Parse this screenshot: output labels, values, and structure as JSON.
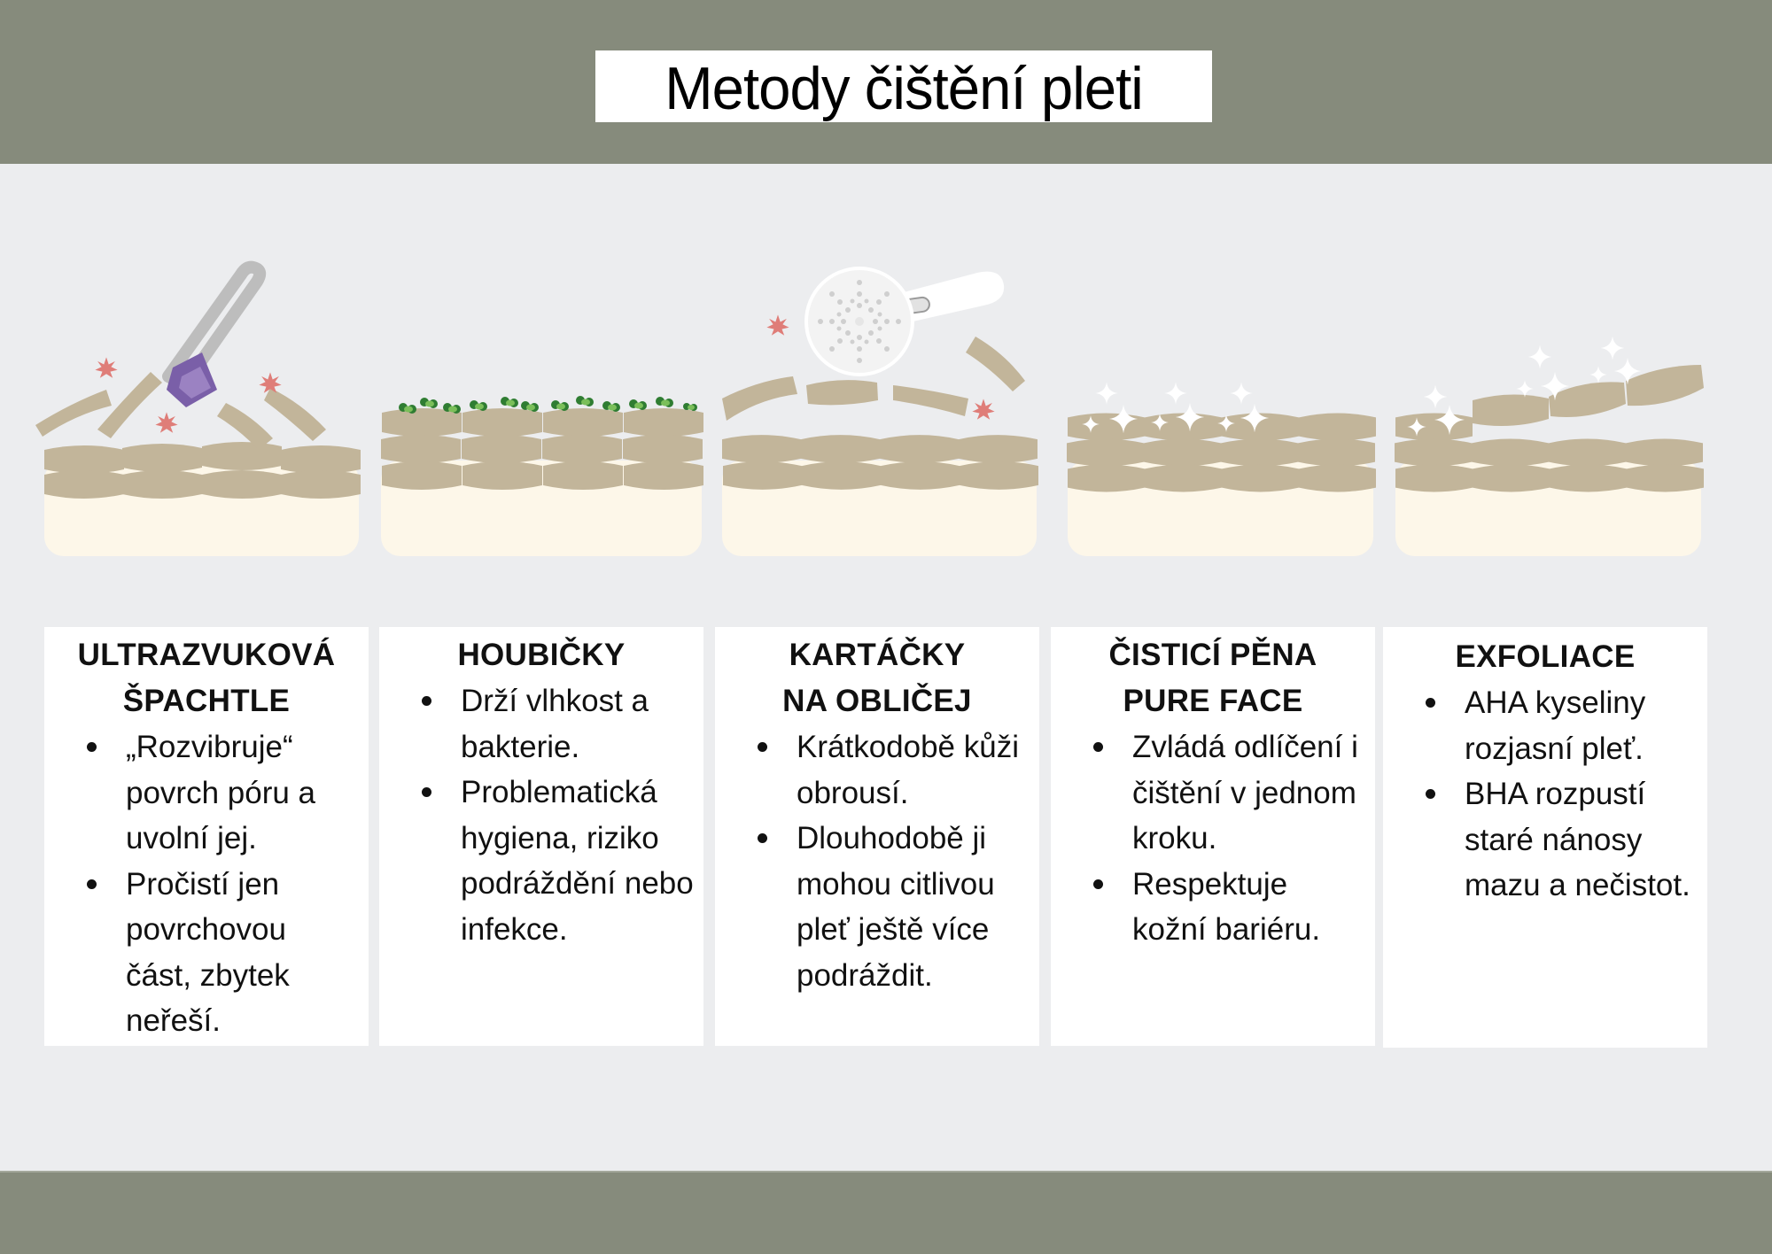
{
  "header": {
    "title": "Metody čištění pleti"
  },
  "colors": {
    "band": "#868b7c",
    "background": "#ecedef",
    "skin_base": "#fdf7e9",
    "skin_cell": "#c2b59a",
    "irritation": "#df7d78",
    "spatula_head": "#7a5fa8",
    "sponge_bacteria": "#3a8a3a"
  },
  "illustrations": [
    {
      "name": "ultrasonic-spatula",
      "icon": "spatula-icon"
    },
    {
      "name": "sponge-bacteria",
      "icon": "bacteria-icon"
    },
    {
      "name": "facial-brush",
      "icon": "brush-icon"
    },
    {
      "name": "cleansing-foam",
      "icon": "sparkle-icon"
    },
    {
      "name": "exfoliation",
      "icon": "sparkle-icon"
    }
  ],
  "methods": [
    {
      "title": "ULTRAZVUKOVÁ\nŠPACHTLE",
      "bullets": [
        "„Rozvibruje“ povrch póru a uvolní jej.",
        "Pročistí jen povrchovou část, zbytek neřeší."
      ]
    },
    {
      "title": "HOUBIČKY",
      "bullets": [
        "Drží vlhkost a bakterie.",
        "Problematická hygiena, riziko podráždění nebo infekce."
      ]
    },
    {
      "title": "KARTÁČKY\nNA OBLIČEJ",
      "bullets": [
        "Krátkodobě kůži obrousí.",
        "Dlouhodobě ji mohou citlivou pleť ještě více podráždit."
      ]
    },
    {
      "title": "ČISTICÍ PĚNA\nPURE FACE",
      "bullets": [
        "Zvládá odlíčení i čištění v jednom kroku.",
        "Respektuje kožní bariéru."
      ]
    },
    {
      "title": "EXFOLIACE",
      "bullets": [
        "AHA kyseliny rozjasní pleť.",
        "BHA rozpustí staré nánosy mazu a nečistot."
      ]
    }
  ]
}
